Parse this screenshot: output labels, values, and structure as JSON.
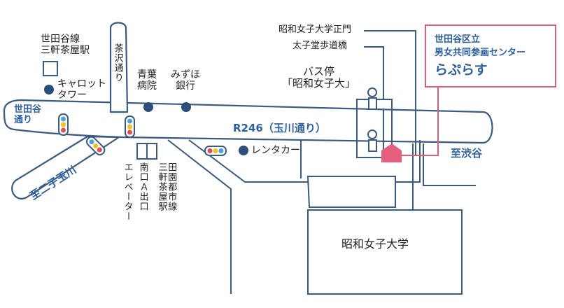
{
  "colors": {
    "road_outline": "#3a5a80",
    "accent_blue": "#2f5f9a",
    "callout_border": "#d8617a",
    "destination_marker": "#e5607c",
    "landmark_dot": "#2b4f7a"
  },
  "labels": {
    "setagaya_line_station": "世田谷線\n三軒茶屋駅",
    "carrot_tower": "キャロット\nタワー",
    "chazawa_dori": "茶沢通り",
    "aoba_hospital": "青葉\n病院",
    "mizuho_bank": "みずほ\n銀行",
    "setagaya_dori": "世田谷\n通り",
    "r246": "R246（玉川通り）",
    "rental_car": "レンタカー",
    "to_futakotamagawa": "至二子玉川",
    "elevator": "エレベーター",
    "south_exit_a": "南口Ａ出口",
    "denentoshi_line": "田園都市線\n三軒茶屋駅",
    "showa_main_gate": "昭和女子大学正門",
    "taishido_bridge": "太子堂歩道橋",
    "bus_stop": "バス停\n「昭和女子大」",
    "to_shibuya": "至渋谷",
    "showa_university": "昭和女子大学"
  },
  "callout": {
    "line1": "世田谷区立",
    "line2": "男女共同参画センター",
    "line3": "らぷらす"
  },
  "icons": [
    "traffic-light-icon",
    "landmark-dot-icon",
    "pedestrian-icon",
    "station-square-icon",
    "destination-marker-icon"
  ]
}
